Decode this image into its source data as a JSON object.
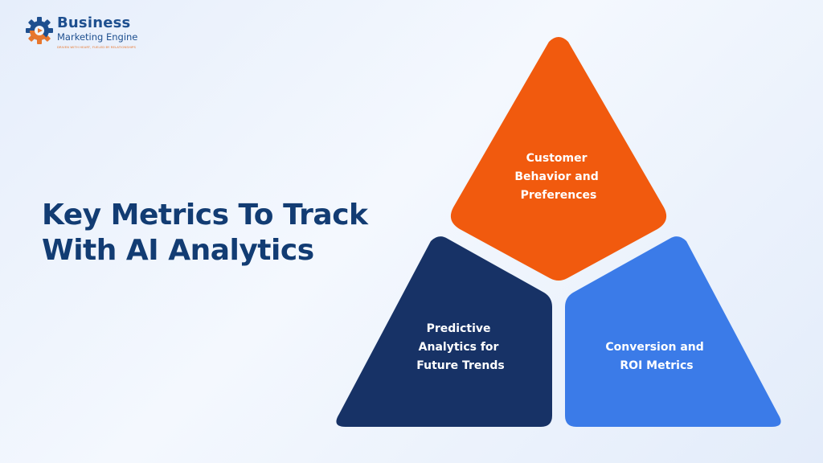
{
  "logo": {
    "name_line1": "Business",
    "name_line2": "Marketing Engine",
    "tagline": "DRIVEN WITH HEART, FUELED BY RELATIONSHIPS",
    "icon": "gear-icon",
    "colors": {
      "primary": "#1e4f8f",
      "accent": "#e8772e"
    }
  },
  "headline": {
    "line1": "Key Metrics To Track",
    "line2": "With AI Analytics",
    "color": "#123c73"
  },
  "pyramid": {
    "segments": [
      {
        "id": "top",
        "lines": [
          "Customer",
          "Behavior and",
          "Preferences"
        ],
        "color": "#f15a0e"
      },
      {
        "id": "left",
        "lines": [
          "Predictive",
          "Analytics for",
          "Future Trends"
        ],
        "color": "#173266"
      },
      {
        "id": "right",
        "lines": [
          "Conversion and",
          "ROI Metrics"
        ],
        "color": "#3b7be8"
      }
    ]
  },
  "background": {
    "from": "#e6eefb",
    "to": "#e3ecfa"
  }
}
